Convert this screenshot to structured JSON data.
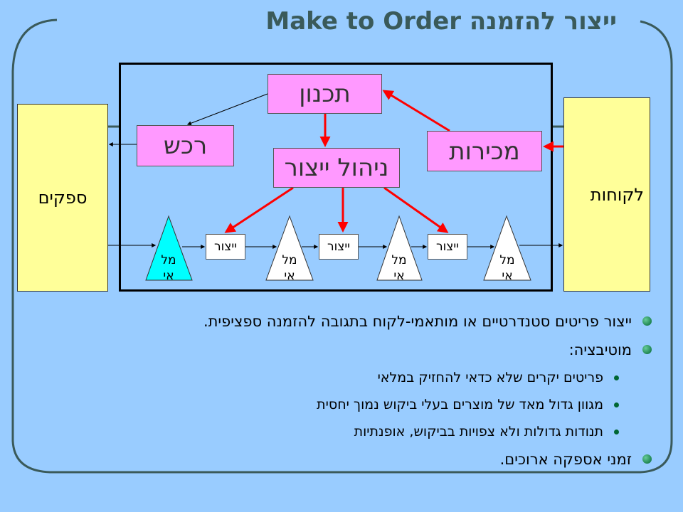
{
  "title": "ייצור להזמנה Make to Order",
  "diagram": {
    "suppliers": "ספקים",
    "customers": "לקוחות",
    "planning": "תכנון",
    "purchasing": "רכש",
    "production_management": "ניהול ייצור",
    "sales": "מכירות",
    "production_steps": [
      "ייצור",
      "ייצור",
      "ייצור"
    ],
    "inventory_label_line1": "מל",
    "inventory_label_line2": "אי",
    "colors": {
      "background": "#99ccff",
      "side_box": "#ffff99",
      "process_box": "#ff99ff",
      "raw_inventory": "#00ffff",
      "arrow_red": "#ff0000"
    }
  },
  "bullets": [
    {
      "level": 1,
      "text": "ייצור פריטים סטנדרטיים או מותאמי-לקוח בתגובה להזמנה ספציפית."
    },
    {
      "level": 1,
      "text": "מוטיבציה:"
    },
    {
      "level": 2,
      "text": "פריטים יקרים שלא כדאי להחזיק במלאי"
    },
    {
      "level": 2,
      "text": "מגוון גדול מאד של מוצרים בעלי ביקוש נמוך יחסית"
    },
    {
      "level": 2,
      "text": "תנודות גדולות ולא צפויות בביקוש, אופנתיות"
    },
    {
      "level": 1,
      "text": "זמני אספקה ארוכים."
    }
  ]
}
